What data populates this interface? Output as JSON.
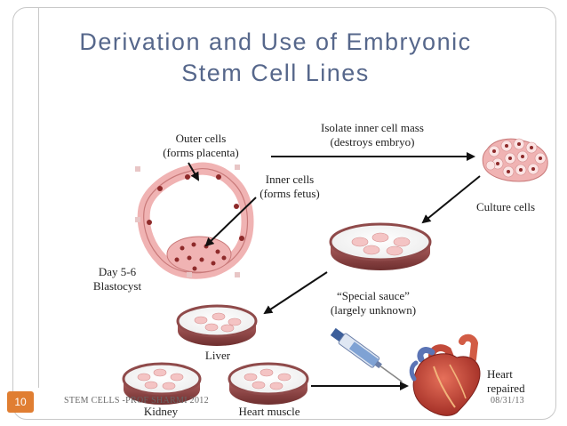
{
  "slide": {
    "title": "Derivation and Use of Embryonic\nStem Cell Lines",
    "footer_text": "STEM CELLS -PROF SHARMI 2012",
    "date": "08/31/13",
    "page_number": "10"
  },
  "labels": {
    "outer_cells": "Outer cells\n(forms placenta)",
    "inner_cells": "Inner cells\n(forms fetus)",
    "isolate": "Isolate inner cell mass\n(destroys embryo)",
    "culture": "Culture cells",
    "blastocyst": "Day 5-6\nBlastocyst",
    "special_sauce": "“Special sauce”\n(largely unknown)",
    "liver": "Liver",
    "kidney": "Kidney",
    "heart_muscle": "Heart muscle",
    "heart_repaired": "Heart\nrepaired"
  },
  "colors": {
    "title": "#56678b",
    "cell_pink": "#f0b3b3",
    "cell_border": "#c97a7a",
    "nucleus": "#8e2a2a",
    "dish_rim": "#8f4a4a",
    "page_badge": "#e07e32"
  },
  "icons": [
    "syringe-icon",
    "heart-icon",
    "culture-dish-icon",
    "blastocyst-icon"
  ]
}
